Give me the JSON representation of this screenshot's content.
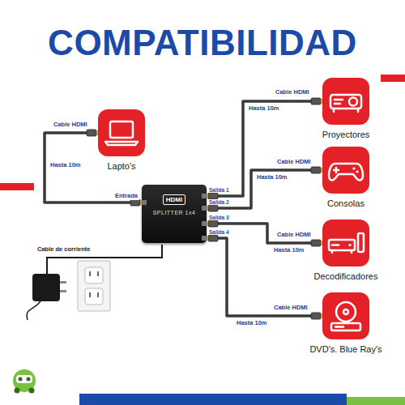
{
  "diagram": {
    "title": "COMPATIBILIDAD",
    "nodes": [
      {
        "text": [
          "Lapto's"
        ]
      },
      {
        "text": [
          "HDMI",
          "SPLITTER 1x4"
        ]
      },
      {
        "text": [
          "Proyectores"
        ]
      },
      {
        "text": [
          "Consolas"
        ]
      },
      {
        "text": [
          "Decodificadores"
        ]
      },
      {
        "text": [
          "DVD's. Blue Ray's"
        ]
      }
    ],
    "edges": [
      {
        "from": 0,
        "to": 1,
        "arrow": "none"
      },
      {
        "from": 1,
        "to": 2,
        "arrow": "none"
      },
      {
        "from": 1,
        "to": 3,
        "arrow": "none"
      },
      {
        "from": 1,
        "to": 4,
        "arrow": "none"
      },
      {
        "from": 1,
        "to": 5,
        "arrow": "none"
      }
    ],
    "labels": [
      "Cable HDMI",
      "Hasta 10m",
      "Entrada",
      "Salida 1",
      "Salida 2",
      "Salida 3",
      "Salida 4",
      "Cable HDMI",
      "Hasta 10m",
      "Cable HDMI",
      "Hasta 10m",
      "Cable HDMI",
      "Hasta 10m",
      "Cable HDMI",
      "Hasta 10m",
      "Cable de corriente"
    ]
  }
}
